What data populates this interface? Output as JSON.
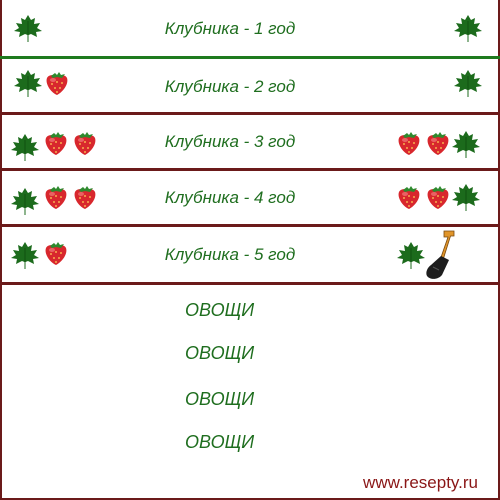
{
  "rows": [
    {
      "label": "Клубника - 1 год",
      "left_icons": [
        "leaf-icon"
      ],
      "right_icons": [
        "leaf-icon"
      ]
    },
    {
      "label": "Клубника - 2 год",
      "left_icons": [
        "leaf-icon",
        "strawberry-icon"
      ],
      "right_icons": [
        "leaf-icon"
      ]
    },
    {
      "label": "Клубника - 3 год",
      "left_icons": [
        "leaf-icon",
        "strawberry-icon",
        "strawberry-icon"
      ],
      "right_icons": [
        "strawberry-icon",
        "strawberry-icon",
        "leaf-icon"
      ]
    },
    {
      "label": "Клубника - 4 год",
      "left_icons": [
        "leaf-icon",
        "strawberry-icon",
        "strawberry-icon"
      ],
      "right_icons": [
        "strawberry-icon",
        "strawberry-icon",
        "leaf-icon"
      ]
    },
    {
      "label": "Клубника - 5 год",
      "left_icons": [
        "leaf-icon",
        "strawberry-icon"
      ],
      "right_icons": [
        "leaf-icon",
        "shovel-icon"
      ]
    }
  ],
  "vegetables": [
    "ОВОЩИ",
    "ОВОЩИ",
    "ОВОЩИ",
    "ОВОЩИ"
  ],
  "footer": {
    "site": "www.resepty.ru"
  },
  "colors": {
    "text_green": "#1f6e1f",
    "divider_green": "#1e7a1e",
    "border_maroon": "#6b1a1a",
    "leaf": "#1c6b1c",
    "strawberry": "#d8272d",
    "footer_text": "#8a1616"
  }
}
